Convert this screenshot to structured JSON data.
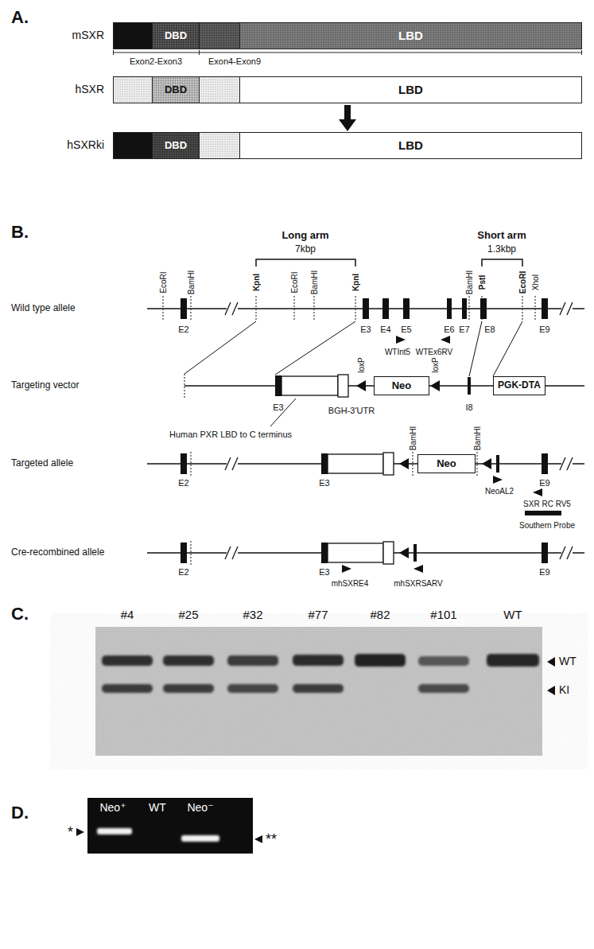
{
  "diagram": {
    "nodes": [
      {
        "text": [
          "mSXR"
        ]
      },
      {
        "text": [
          "DBD"
        ],
        "in": 0
      },
      {
        "text": [
          "LBD"
        ],
        "in": 0
      },
      {
        "text": [
          "hSXR"
        ]
      },
      {
        "text": [
          "DBD"
        ],
        "in": 3
      },
      {
        "text": [
          "LBD"
        ],
        "in": 3
      },
      {
        "text": [
          "hSXRki"
        ]
      },
      {
        "text": [
          "DBD"
        ],
        "in": 6
      },
      {
        "text": [
          "LBD"
        ],
        "in": 6
      },
      {
        "text": [
          "Neo"
        ]
      },
      {
        "text": [
          "PGK-DTA"
        ]
      },
      {
        "text": [
          "Neo"
        ]
      }
    ],
    "edges": [
      {
        "from": 3,
        "to": 6,
        "arrow": "to"
      }
    ],
    "labels": [
      "A.",
      "Exon2-Exon3",
      "Exon4-Exon9",
      "B.",
      "Long arm",
      "7kbp",
      "Short arm",
      "1.3kbp",
      "EcoRI",
      "BamHI",
      "KpnI",
      "EcoRI",
      "BamHI",
      "KpnI",
      "BamHI",
      "PstI",
      "EcoRI",
      "XhoI",
      "Wild type allele",
      "E2",
      "E3",
      "E4",
      "E5",
      "E6",
      "E7",
      "E8",
      "E9",
      "WTInt5",
      "WTEx6RV",
      "Targeting vector",
      "loxP",
      "loxP",
      "E3",
      "BGH-3'UTR",
      "I8",
      "Human PXR LBD to C terminus",
      "Targeted allele",
      "BamHI",
      "BamHI",
      "E2",
      "E3",
      "NeoAL2",
      "E9",
      "SXR RC RV5",
      "Southern Probe",
      "Cre-recombined allele",
      "E2",
      "E3",
      "E9",
      "mhSXRE4",
      "mhSXRSARV",
      "C.",
      "#4",
      "#25",
      "#32",
      "#77",
      "#82",
      "#101",
      "WT",
      "WT",
      "KI",
      "D.",
      "Neo⁺",
      "WT",
      "Neo⁻",
      "*",
      "**"
    ]
  }
}
